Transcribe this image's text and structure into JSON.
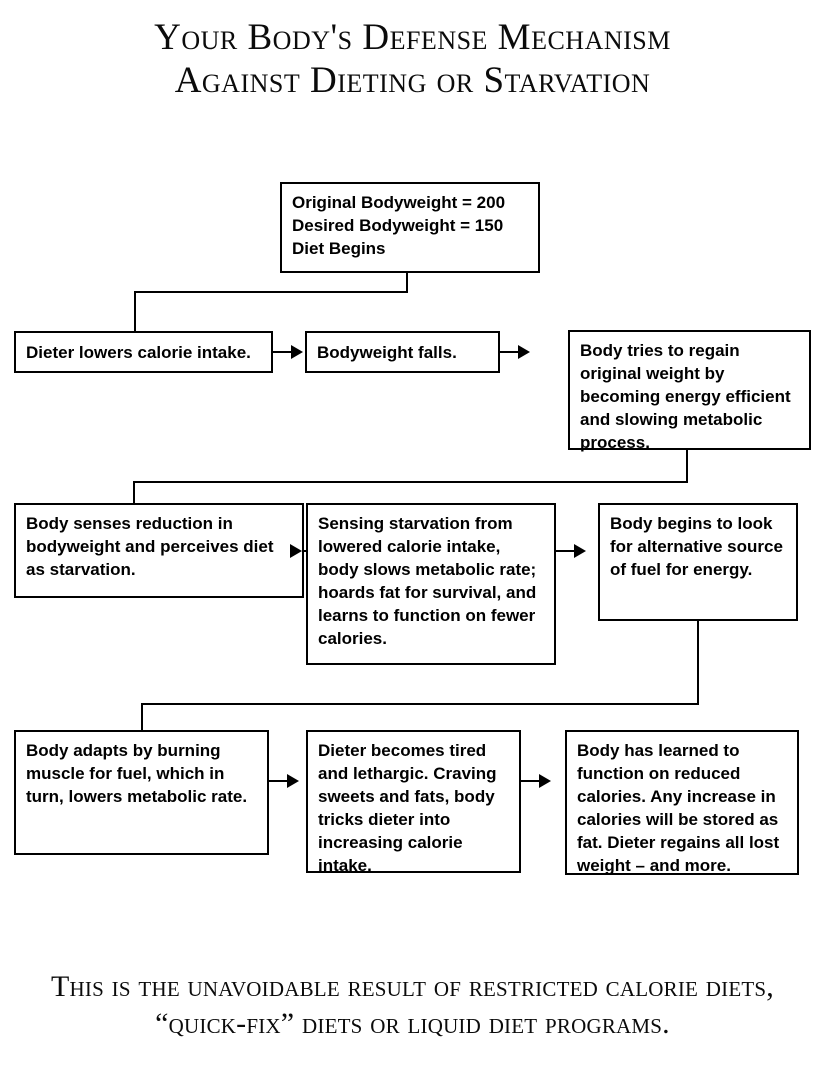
{
  "title": {
    "line1": "Your Body's Defense Mechanism",
    "line2": "Against Dieting or Starvation"
  },
  "footer": {
    "line1": "This is the unavoidable result of restricted calorie diets,",
    "line2": "“quick-fix” diets or liquid diet programs."
  },
  "flow": {
    "start": {
      "line1": "Original Bodyweight = 200",
      "line2": "Desired Bodyweight = 150",
      "line3": "Diet Begins",
      "text": "Original Bodyweight = 200\nDesired Bodyweight = 150\nDiet Begins"
    },
    "row2": {
      "box1": "Dieter lowers calorie intake.",
      "box2": "Bodyweight falls.",
      "box3": "Body tries to regain original weight by becoming energy efficient and slowing metabolic process."
    },
    "row3": {
      "box1": "Body senses reduction in bodyweight and perceives diet as starvation.",
      "box2": "Sensing starvation from lowered calorie intake, body slows metabolic rate; hoards fat for survival, and learns to function on fewer calories.",
      "box3": "Body begins to look for alternative source of fuel for energy."
    },
    "row4": {
      "box1": "Body adapts by burning muscle for fuel, which in turn, lowers metabolic rate.",
      "box2": "Dieter becomes tired and lethargic. Craving sweets and fats, body tricks dieter into increasing calorie intake.",
      "box3": "Body has learned to function on reduced calories. Any increase in calories will be stored as fat. Dieter regains all lost weight – and more."
    }
  },
  "colors": {
    "ink": "#000000",
    "paper": "#ffffff"
  }
}
